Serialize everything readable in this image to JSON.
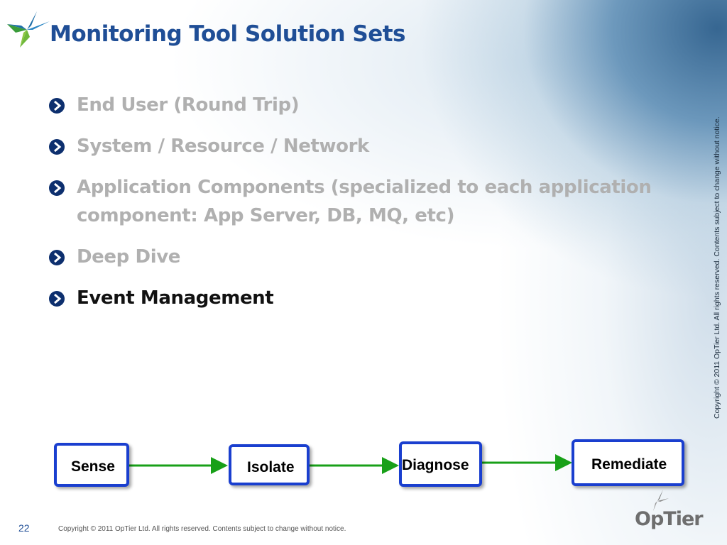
{
  "slide": {
    "title": "Monitoring Tool Solution Sets",
    "bullets": [
      {
        "text": "End User (Round Trip)",
        "state": "dimmed"
      },
      {
        "text": "System / Resource / Network",
        "state": "dimmed"
      },
      {
        "text": "Application Components (specialized to each application component: App Server, DB, MQ, etc)",
        "state": "dimmed"
      },
      {
        "text": "Deep Dive",
        "state": "dimmed"
      },
      {
        "text": "Event Management",
        "state": "active"
      }
    ],
    "flow_steps": [
      "Sense",
      "Isolate",
      "Diagnose",
      "Remediate"
    ],
    "page_number": "22",
    "footer_copyright": "Copyright ©  2011 OpTier  Ltd. All rights reserved. Contents subject to change without notice.",
    "side_copyright": "Copyright ©  2011 OpTier  Ltd. All rights reserved. Contents subject to change without notice.",
    "brand_name": "OpTier"
  },
  "colors": {
    "title": "#1f4e96",
    "bullet_dimmed": "#b0b0b0",
    "bullet_active": "#111111",
    "box_border": "#1a3fcf",
    "arrow": "#18a018"
  },
  "icons": {
    "bullet_marker": "chevron-right-circle-icon",
    "logo": "optier-star-logo-icon"
  }
}
